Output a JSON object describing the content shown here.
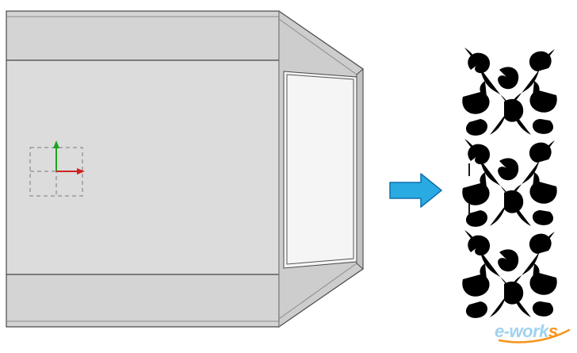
{
  "figure": {
    "kind": "cad-engraving-illustration",
    "description_visible_text_only": true
  },
  "colors": {
    "background": "#ffffff",
    "model_face": "#dcdcdc",
    "model_band": "#d4d4d4",
    "model_bevel": "#cdcdcd",
    "model_bevel_dark": "#c3c3c3",
    "model_edge": "#4a4a4a",
    "model_edge_light": "#8a8a8a",
    "pattern_face": "#f5f5f5",
    "ornament": "#000000",
    "axis_x": "#d02020",
    "axis_y": "#1ea21e",
    "selection_dash": "#7a7a7a",
    "marker": "#1a1a1a",
    "arrow_fill": "#29abe2",
    "arrow_outline": "#0f6fae",
    "wm_blue": "#9fd3ee",
    "wm_orange": "#f7941d"
  },
  "icons": {
    "origin": "origin-triad-icon",
    "process_arrow": "right-arrow-icon",
    "sketch_point": "plus-mark-icon"
  },
  "watermark": {
    "text_blue": "e-work",
    "text_orange": "s"
  }
}
